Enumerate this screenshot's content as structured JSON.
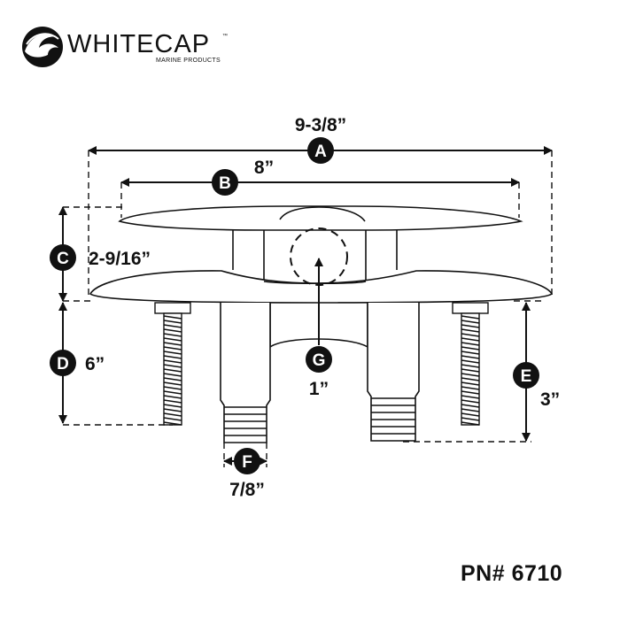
{
  "brand": {
    "name": "WHITECAP",
    "tagline": "MARINE PRODUCTS",
    "trademark": "™"
  },
  "part_number": "PN# 6710",
  "dimensions": [
    {
      "letter": "A",
      "value": "9-3/8”"
    },
    {
      "letter": "B",
      "value": "8”"
    },
    {
      "letter": "C",
      "value": "2-9/16”"
    },
    {
      "letter": "D",
      "value": "6”"
    },
    {
      "letter": "E",
      "value": "3”"
    },
    {
      "letter": "F",
      "value": "7/8”"
    },
    {
      "letter": "G",
      "value": "1”"
    }
  ],
  "colors": {
    "line": "#111111",
    "badge": "#111111",
    "badge_text": "#ffffff",
    "background": "#ffffff"
  }
}
